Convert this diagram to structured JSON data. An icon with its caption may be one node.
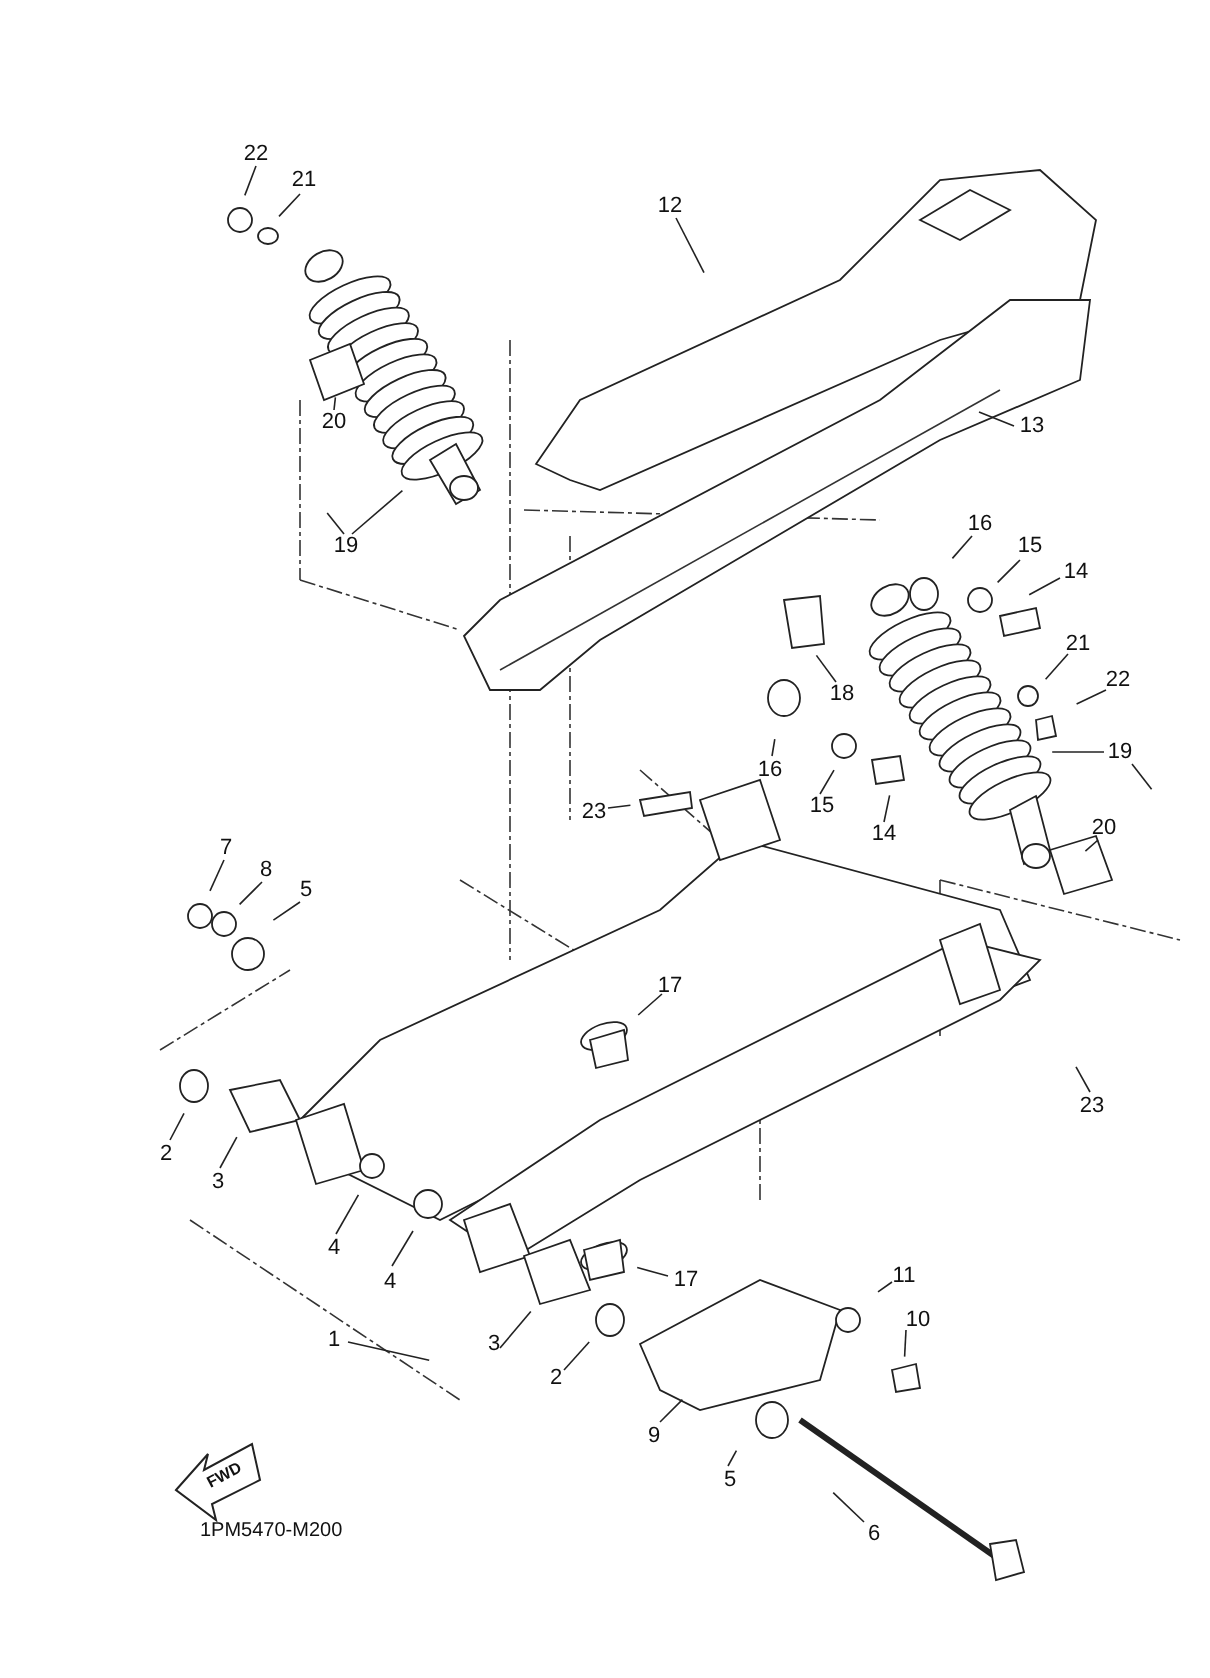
{
  "diagram": {
    "nodes": [
      {
        "text": [
          "22"
        ]
      },
      {
        "text": [
          "21"
        ]
      },
      {
        "text": [
          "12"
        ]
      },
      {
        "text": [
          "20"
        ]
      },
      {
        "text": [
          "19"
        ]
      },
      {
        "text": [
          "13"
        ]
      },
      {
        "text": [
          "16"
        ]
      },
      {
        "text": [
          "15"
        ]
      },
      {
        "text": [
          "14"
        ]
      },
      {
        "text": [
          "21"
        ]
      },
      {
        "text": [
          "22"
        ]
      },
      {
        "text": [
          "18"
        ]
      },
      {
        "text": [
          "16"
        ]
      },
      {
        "text": [
          "19"
        ]
      },
      {
        "text": [
          "15"
        ]
      },
      {
        "text": [
          "23"
        ]
      },
      {
        "text": [
          "14"
        ]
      },
      {
        "text": [
          "20"
        ]
      },
      {
        "text": [
          "7"
        ]
      },
      {
        "text": [
          "8"
        ]
      },
      {
        "text": [
          "5"
        ]
      },
      {
        "text": [
          "17"
        ]
      },
      {
        "text": [
          "23"
        ]
      },
      {
        "text": [
          "2"
        ]
      },
      {
        "text": [
          "3"
        ]
      },
      {
        "text": [
          "4"
        ]
      },
      {
        "text": [
          "4"
        ]
      },
      {
        "text": [
          "1"
        ]
      },
      {
        "text": [
          "17"
        ]
      },
      {
        "text": [
          "11"
        ]
      },
      {
        "text": [
          "10"
        ]
      },
      {
        "text": [
          "3"
        ]
      },
      {
        "text": [
          "2"
        ]
      },
      {
        "text": [
          "9"
        ]
      },
      {
        "text": [
          "5"
        ]
      },
      {
        "text": [
          "6"
        ]
      }
    ],
    "edges": [
      {
        "from": 0,
        "to": null,
        "arrow": "none"
      },
      {
        "from": 1,
        "to": null,
        "arrow": "none"
      },
      {
        "from": 2,
        "to": null,
        "arrow": "none"
      },
      {
        "from": 3,
        "to": null,
        "arrow": "none"
      },
      {
        "from": 4,
        "to": null,
        "arrow": "none"
      },
      {
        "from": 4,
        "to": null,
        "arrow": "none"
      },
      {
        "from": 5,
        "to": null,
        "arrow": "none"
      },
      {
        "from": 6,
        "to": null,
        "arrow": "none"
      },
      {
        "from": 7,
        "to": null,
        "arrow": "none"
      },
      {
        "from": 8,
        "to": null,
        "arrow": "none"
      },
      {
        "from": 9,
        "to": null,
        "arrow": "none"
      },
      {
        "from": 10,
        "to": null,
        "arrow": "none"
      },
      {
        "from": 11,
        "to": null,
        "arrow": "none"
      },
      {
        "from": 12,
        "to": null,
        "arrow": "none"
      },
      {
        "from": 13,
        "to": null,
        "arrow": "none"
      },
      {
        "from": 13,
        "to": null,
        "arrow": "none"
      },
      {
        "from": 14,
        "to": null,
        "arrow": "none"
      },
      {
        "from": 15,
        "to": null,
        "arrow": "none"
      },
      {
        "from": 16,
        "to": null,
        "arrow": "none"
      },
      {
        "from": 17,
        "to": null,
        "arrow": "none"
      },
      {
        "from": 18,
        "to": null,
        "arrow": "none"
      },
      {
        "from": 19,
        "to": null,
        "arrow": "none"
      },
      {
        "from": 20,
        "to": null,
        "arrow": "none"
      },
      {
        "from": 21,
        "to": null,
        "arrow": "none"
      },
      {
        "from": 22,
        "to": null,
        "arrow": "none"
      },
      {
        "from": 23,
        "to": null,
        "arrow": "none"
      },
      {
        "from": 24,
        "to": null,
        "arrow": "none"
      },
      {
        "from": 25,
        "to": null,
        "arrow": "none"
      },
      {
        "from": 26,
        "to": null,
        "arrow": "none"
      },
      {
        "from": 27,
        "to": null,
        "arrow": "none"
      },
      {
        "from": 28,
        "to": null,
        "arrow": "none"
      },
      {
        "from": 29,
        "to": null,
        "arrow": "none"
      },
      {
        "from": 30,
        "to": null,
        "arrow": "none"
      },
      {
        "from": 31,
        "to": null,
        "arrow": "none"
      },
      {
        "from": 32,
        "to": null,
        "arrow": "none"
      },
      {
        "from": 33,
        "to": null,
        "arrow": "none"
      },
      {
        "from": 34,
        "to": null,
        "arrow": "none"
      },
      {
        "from": 35,
        "to": null,
        "arrow": "none"
      }
    ],
    "labels": [
      "FWD",
      "1PM5470-M200"
    ]
  }
}
